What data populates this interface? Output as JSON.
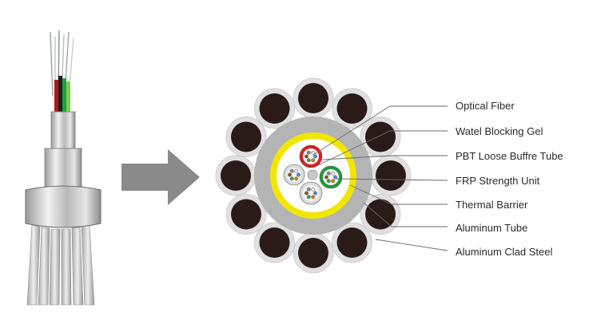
{
  "labels": [
    {
      "id": "optical-fiber",
      "text": "Optical Fiber"
    },
    {
      "id": "water-blocking-gel",
      "text": "Watel Blocking Gel"
    },
    {
      "id": "pbt-loose-tube",
      "text": "PBT Loose Buffre Tube"
    },
    {
      "id": "frp-strength-unit",
      "text": "FRP Strength Unit"
    },
    {
      "id": "thermal-barrier",
      "text": "Thermal Barrier"
    },
    {
      "id": "aluminum-tube",
      "text": "Aluminum Tube"
    },
    {
      "id": "aluminum-clad-steel",
      "text": "Aluminum Clad Steel"
    }
  ],
  "colors": {
    "strand_fill": "#2a1a18",
    "strand_ring": "#e0e0e0",
    "aluminum_tube": "#b4b4b4",
    "thermal_barrier": "#f2e600",
    "core": "#ffffff",
    "red_tube": "#d42020",
    "green_tube": "#1f9a3a",
    "frp": "#c8c8c8",
    "arrow": "#8a8a8a",
    "leader_line": "#6a6a6a"
  }
}
